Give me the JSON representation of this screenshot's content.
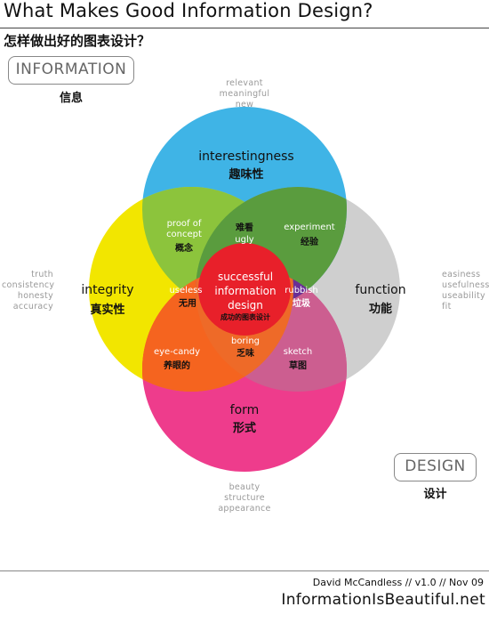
{
  "header": {
    "title": "What Makes Good Information Design?",
    "subtitle": "怎样做出好的图表设计？"
  },
  "corner_labels": {
    "information": {
      "en": "INFORMATION",
      "zh": "信息"
    },
    "design": {
      "en": "DESIGN",
      "zh": "设计"
    }
  },
  "circles": {
    "interestingness": {
      "en": "interestingness",
      "zh": "趣味性",
      "color": "#3fb4e6",
      "qualities": [
        "relevant",
        "meaningful",
        "new"
      ]
    },
    "integrity": {
      "en": "integrity",
      "zh": "真实性",
      "color": "#f2e600",
      "qualities": [
        "truth",
        "consistency",
        "honesty",
        "accuracy"
      ]
    },
    "function": {
      "en": "function",
      "zh": "功能",
      "color": "#cfcfcf",
      "qualities": [
        "easiness",
        "usefulness",
        "useability",
        "fit"
      ]
    },
    "form": {
      "en": "form",
      "zh": "形式",
      "color": "#ee3c8c",
      "qualities": [
        "beauty",
        "structure",
        "appearance"
      ]
    }
  },
  "overlaps": {
    "proof_of_concept": {
      "en1": "proof of",
      "en2": "concept",
      "zh": "概念"
    },
    "ugly": {
      "en": "ugly",
      "zh": "难看"
    },
    "experiment": {
      "en": "experiment",
      "zh": "经验"
    },
    "useless": {
      "en": "useless",
      "zh": "无用"
    },
    "rubbish": {
      "en": "rubbish",
      "zh": "垃圾"
    },
    "eye_candy": {
      "en": "eye-candy",
      "zh": "养眼的"
    },
    "boring": {
      "en": "boring",
      "zh": "乏味"
    },
    "sketch": {
      "en": "sketch",
      "zh": "草图"
    },
    "center": {
      "en1": "successful",
      "en2": "information",
      "en3": "design",
      "zh": "成功的图表设计",
      "color": "#e8202a"
    }
  },
  "footer": {
    "credit": "David McCandless // v1.0 // Nov 09",
    "site": "InformationIsBeautiful.net"
  }
}
